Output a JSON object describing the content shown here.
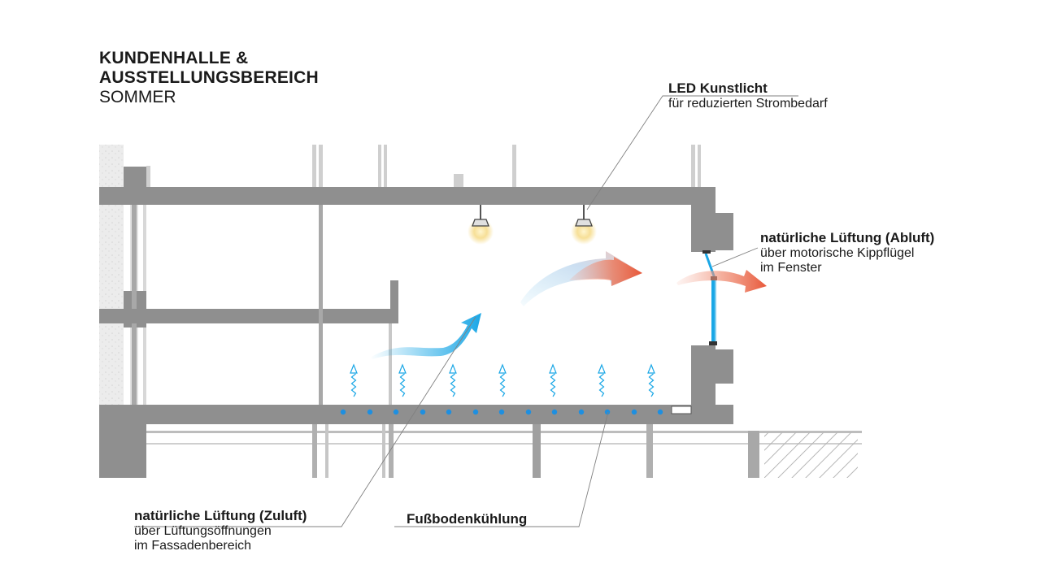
{
  "heading": {
    "line1": "KUNDENHALLE &",
    "line2": "AUSSTELLUNGSBEREICH",
    "season": "SOMMER"
  },
  "annotations": {
    "led": {
      "title": "LED Kunstlicht",
      "line1": "für reduzierten Strombedarf"
    },
    "exhaust": {
      "title": "natürliche Lüftung (Abluft)",
      "line1": "über motorische Kippflügel",
      "line2": "im Fenster"
    },
    "supply": {
      "title": "natürliche Lüftung (Zuluft)",
      "line1": "über Lüftungsöffnungen",
      "line2": "im Fassadenbereich"
    },
    "floor": {
      "title": "Fußbodenkühlung"
    }
  },
  "colors": {
    "structure": "#8f8f8f",
    "structure_light": "#cfcfcf",
    "cool_air": "#1aa7e6",
    "warm_air": "#e8583a",
    "cooling_dots": "#1e8fe0",
    "leader_lines": "#808080",
    "lamp_glow": "#f6dc8c"
  },
  "icons": {
    "lamp": "pendant-lamp-icon",
    "rising_air": "rising-air-arrow-icon",
    "airflow": "curved-airflow-arrow-icon"
  }
}
